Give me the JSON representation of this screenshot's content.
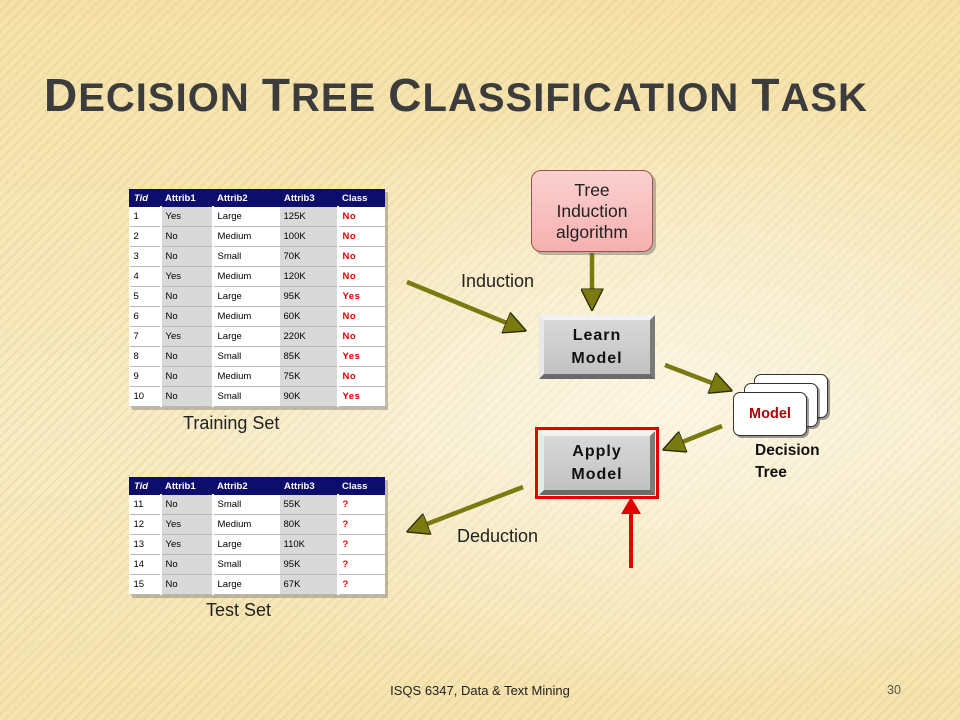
{
  "slide": {
    "title_big": "D",
    "title_rest": "ECISION ",
    "title_big2": "T",
    "title_rest2": "REE ",
    "title_big3": "C",
    "title_rest3": "LASSIFICATION ",
    "title_big4": "T",
    "title_rest4": "ASK"
  },
  "training_table": {
    "headers": [
      "Tid",
      "Attrib1",
      "Attrib2",
      "Attrib3",
      "Class"
    ],
    "rows": [
      [
        "1",
        "Yes",
        "Large",
        "125K",
        "No"
      ],
      [
        "2",
        "No",
        "Medium",
        "100K",
        "No"
      ],
      [
        "3",
        "No",
        "Small",
        "70K",
        "No"
      ],
      [
        "4",
        "Yes",
        "Medium",
        "120K",
        "No"
      ],
      [
        "5",
        "No",
        "Large",
        "95K",
        "Yes"
      ],
      [
        "6",
        "No",
        "Medium",
        "60K",
        "No"
      ],
      [
        "7",
        "Yes",
        "Large",
        "220K",
        "No"
      ],
      [
        "8",
        "No",
        "Small",
        "85K",
        "Yes"
      ],
      [
        "9",
        "No",
        "Medium",
        "75K",
        "No"
      ],
      [
        "10",
        "No",
        "Small",
        "90K",
        "Yes"
      ]
    ],
    "caption": "Training Set"
  },
  "test_table": {
    "headers": [
      "Tid",
      "Attrib1",
      "Attrib2",
      "Attrib3",
      "Class"
    ],
    "rows": [
      [
        "11",
        "No",
        "Small",
        "55K",
        "?"
      ],
      [
        "12",
        "Yes",
        "Medium",
        "80K",
        "?"
      ],
      [
        "13",
        "Yes",
        "Large",
        "110K",
        "?"
      ],
      [
        "14",
        "No",
        "Small",
        "95K",
        "?"
      ],
      [
        "15",
        "No",
        "Large",
        "67K",
        "?"
      ]
    ],
    "caption": "Test Set"
  },
  "diagram": {
    "algorithm_lines": [
      "Tree",
      "Induction",
      "algorithm"
    ],
    "induction_label": "Induction",
    "deduction_label": "Deduction",
    "learn_lines": [
      "Learn",
      "Model"
    ],
    "apply_lines": [
      "Apply",
      "Model"
    ],
    "model_label": "Model",
    "decision_tree_lines": [
      "Decision",
      "Tree"
    ],
    "arrow_color": "#7a7a10",
    "highlight_color": "#e00000"
  },
  "footer": {
    "course": "ISQS 6347, Data & Text Mining",
    "page_number": "30"
  }
}
